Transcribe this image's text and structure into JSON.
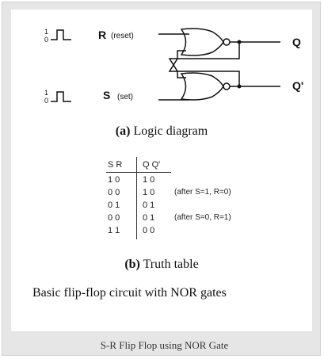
{
  "diagram": {
    "input_r_label": "R",
    "input_r_note": "(reset)",
    "input_s_label": "S",
    "input_s_note": "(set)",
    "pulse_high": "1",
    "pulse_low": "0",
    "output_q": "Q",
    "output_qbar": "Q'"
  },
  "caption_a": {
    "letter": "(a)",
    "text": " Logic diagram"
  },
  "truth_table": {
    "headers": {
      "inputs": "S R",
      "outputs": "Q Q'"
    },
    "rows": [
      {
        "inputs": "1 0",
        "outputs": "1 0",
        "note": ""
      },
      {
        "inputs": "0 0",
        "outputs": "1 0",
        "note": "(after S=1, R=0)"
      },
      {
        "inputs": "0 1",
        "outputs": "0 1",
        "note": ""
      },
      {
        "inputs": "0 0",
        "outputs": "0 1",
        "note": "(after S=0, R=1)"
      },
      {
        "inputs": "1 1",
        "outputs": "0 0",
        "note": ""
      }
    ]
  },
  "caption_b": {
    "letter": "(b)",
    "text": " Truth table"
  },
  "description": "Basic flip-flop circuit with NOR gates",
  "footer": "S-R Flip Flop using NOR Gate"
}
